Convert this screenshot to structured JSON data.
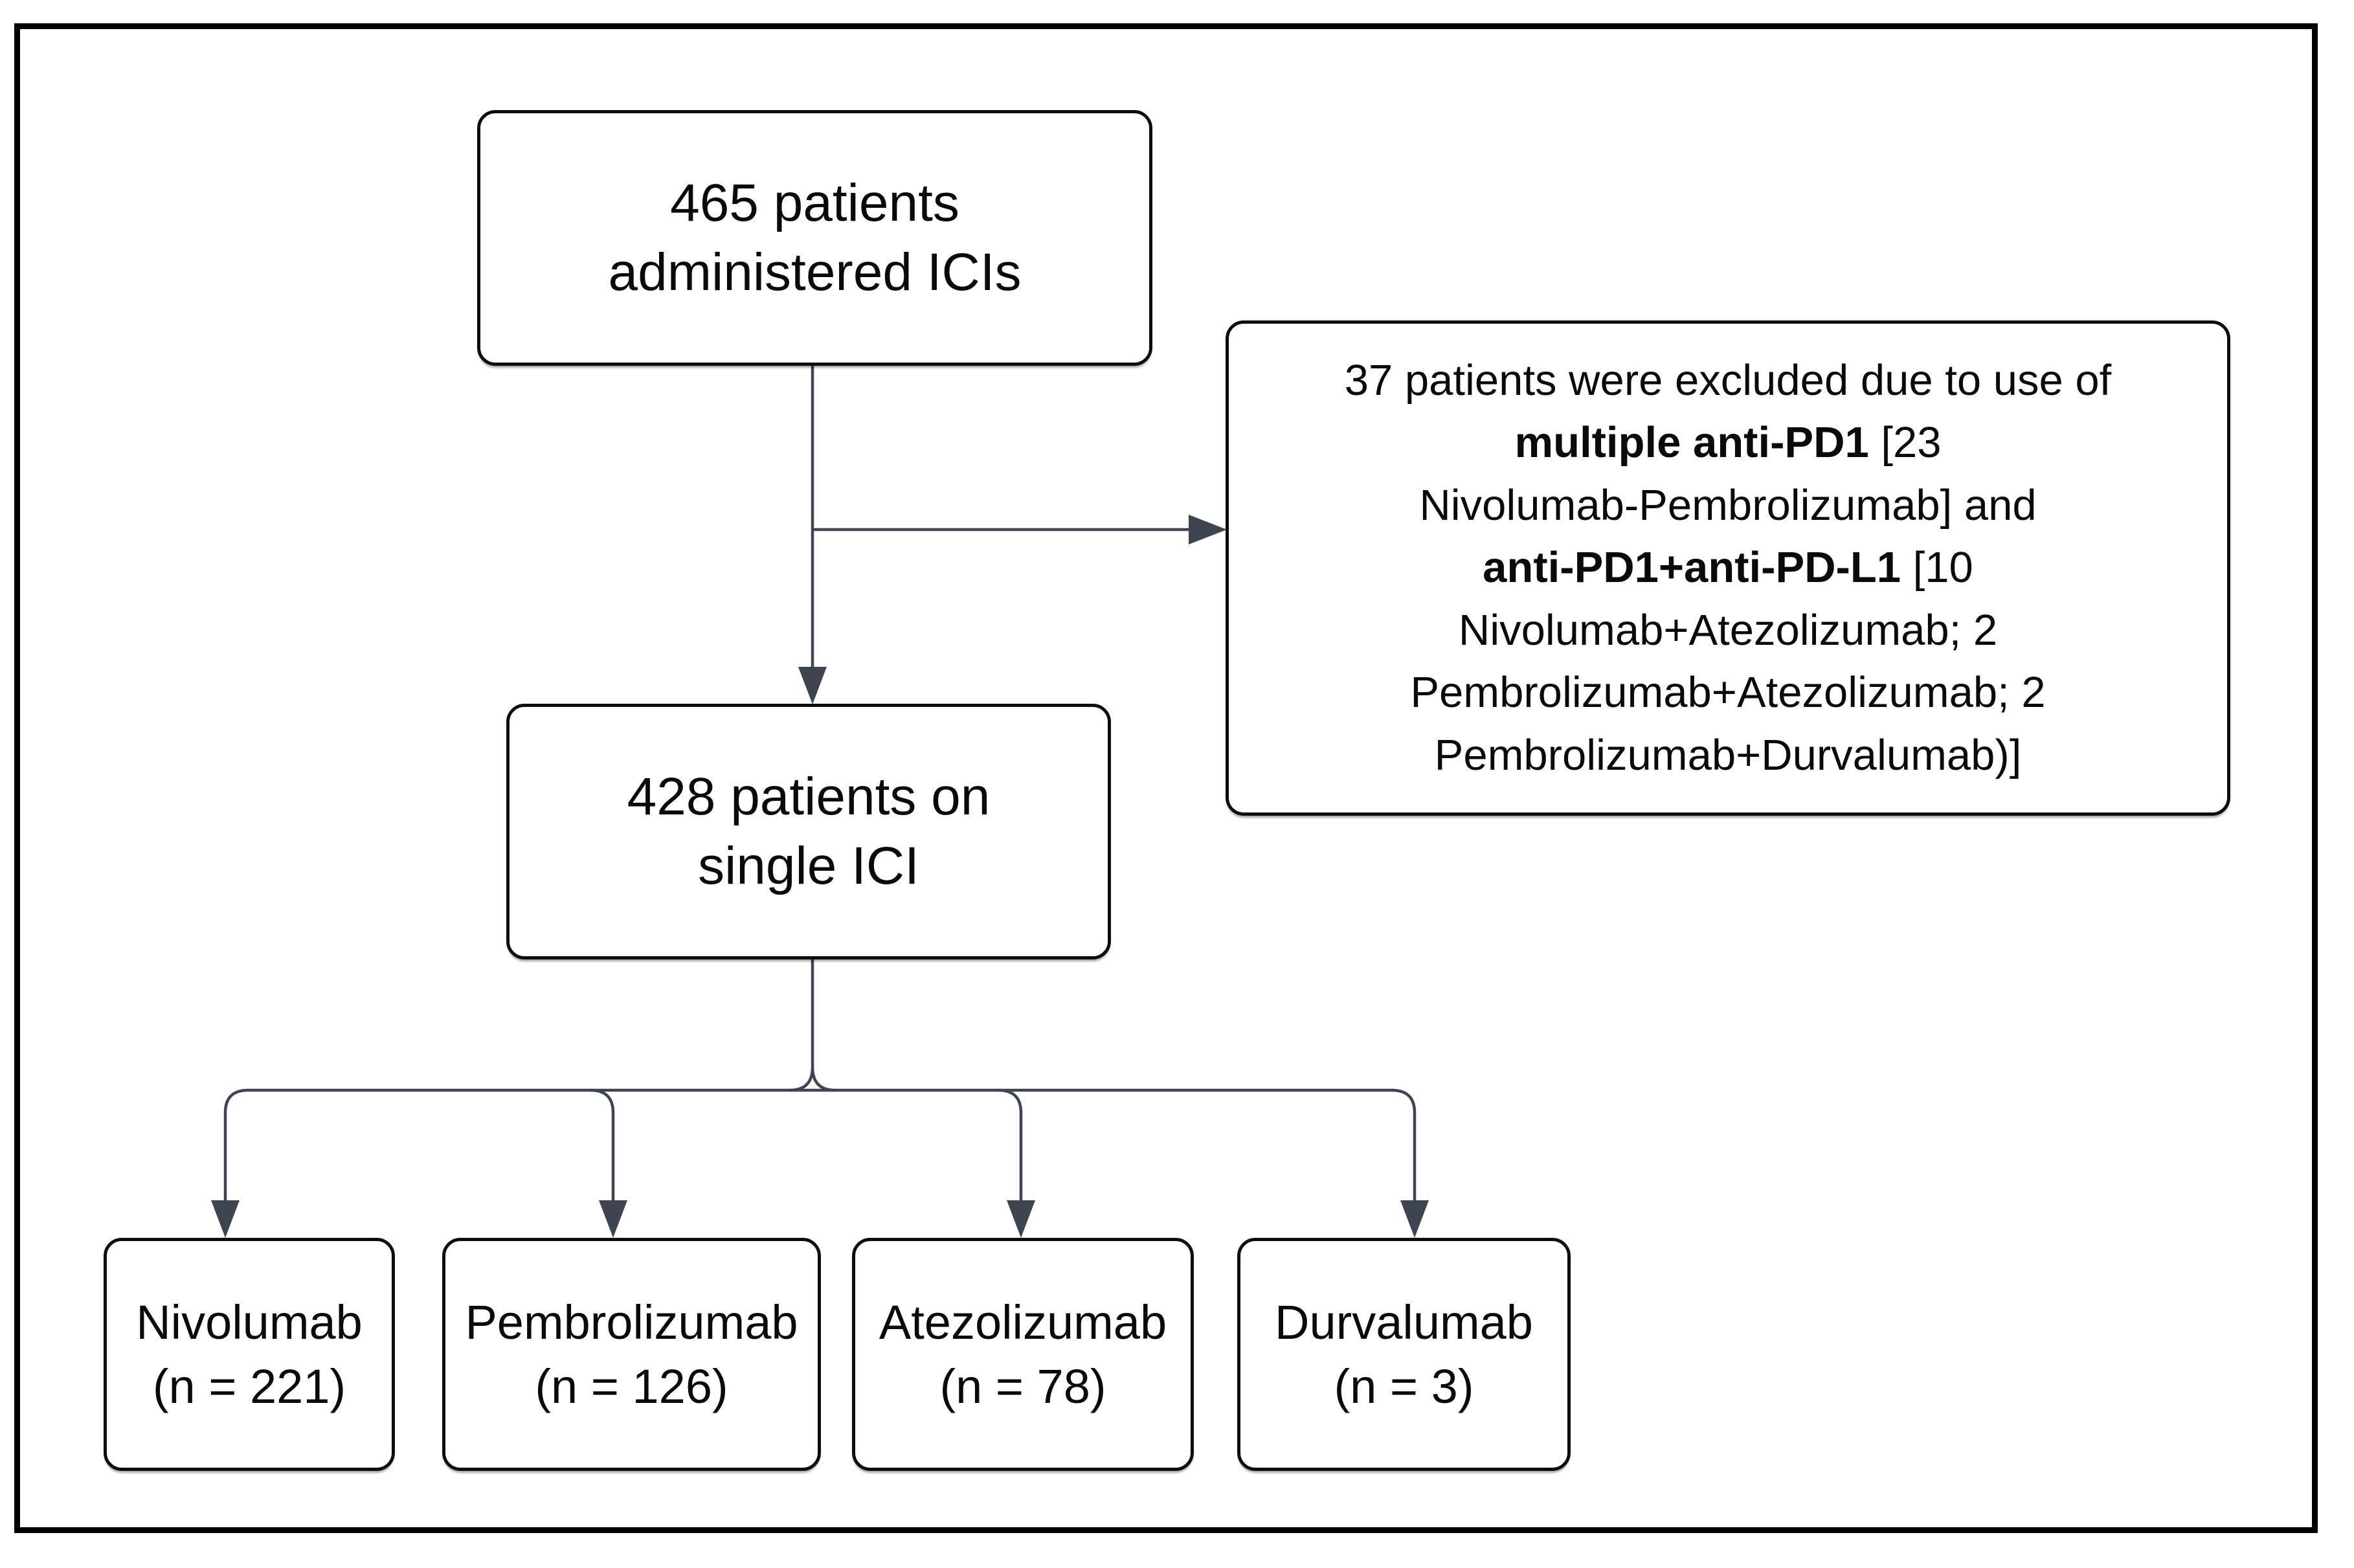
{
  "figure": {
    "type": "patient-flow-diagram",
    "colors": {
      "background": "#ffffff",
      "frame_border": "#000000",
      "box_border": "#0d0d0d",
      "text": "#0a0a0a",
      "connector": "#3e4450"
    },
    "boxes": {
      "total": {
        "lines": [
          "465 patients",
          "administered ICIs"
        ]
      },
      "excluded": {
        "line1": "37 patients were excluded due to use of",
        "line2_bold": "multiple anti-PD1",
        "line2_rest": " [23",
        "line3": "Nivolumab-Pembrolizumab] and",
        "line4_bold": "anti-PD1+anti-PD-L1",
        "line4_rest": " [10",
        "line5": "Nivolumab+Atezolizumab; 2",
        "line6": "Pembrolizumab+Atezolizumab; 2",
        "line7": "Pembrolizumab+Durvalumab)]"
      },
      "single_ici": {
        "lines": [
          "428 patients on",
          "single ICI"
        ]
      },
      "nivolumab": {
        "lines": [
          "Nivolumab",
          "(n = 221)"
        ]
      },
      "pembrolizumab": {
        "lines": [
          "Pembrolizumab",
          "(n = 126)"
        ]
      },
      "atezolizumab": {
        "lines": [
          "Atezolizumab",
          "(n = 78)"
        ]
      },
      "durvalumab": {
        "lines": [
          "Durvalumab",
          "(n = 3)"
        ]
      }
    }
  }
}
